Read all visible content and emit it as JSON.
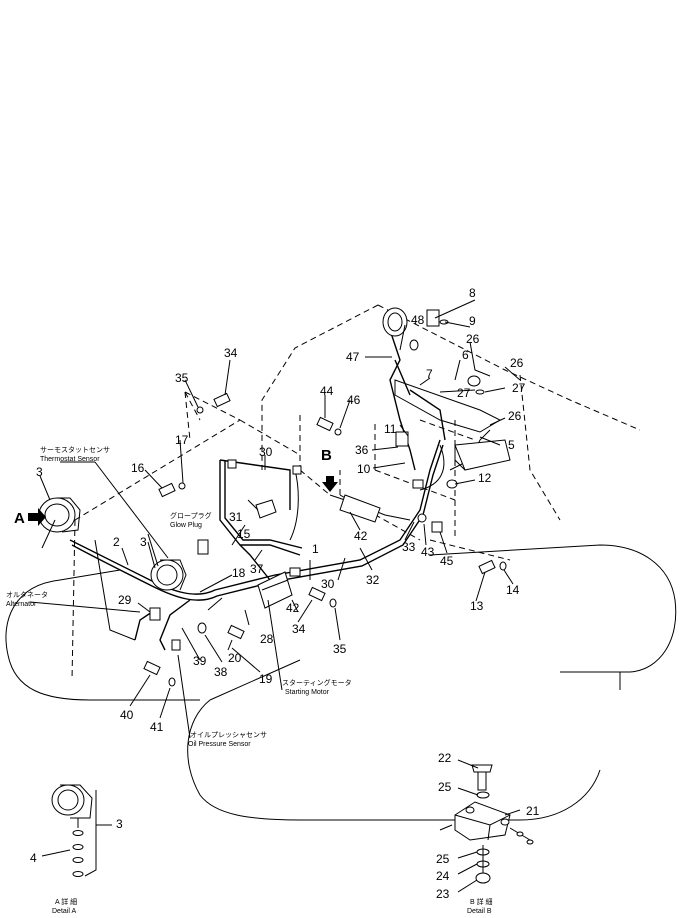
{
  "labels": {
    "thermostat_jp": "サーモスタットセンサ",
    "thermostat_en": "Thermostat Sensor",
    "glowplug_jp": "グロープラグ",
    "glowplug_en": "Glow Plug",
    "alternator_jp": "オルタネータ",
    "alternator_en": "Alternator",
    "starting_jp": "スターティングモータ",
    "starting_en": "Starting Motor",
    "oilpress_jp": "オイルプレッシャセンサ",
    "oilpress_en": "Oil Pressure Sensor",
    "detail_a_jp": "A 詳 細",
    "detail_a_en": "Detail A",
    "detail_b_jp": "B 詳 細",
    "detail_b_en": "Detail B",
    "view_a": "A",
    "view_b": "B"
  },
  "callouts": {
    "n1": "1",
    "n2": "2",
    "n3a": "3",
    "n3b": "3",
    "n3c": "3",
    "n4": "4",
    "n5": "5",
    "n6": "6",
    "n7": "7",
    "n8": "8",
    "n9": "9",
    "n10": "10",
    "n11": "11",
    "n12": "12",
    "n13": "13",
    "n14": "14",
    "n15": "15",
    "n16": "16",
    "n17": "17",
    "n18": "18",
    "n19": "19",
    "n20": "20",
    "n21": "21",
    "n22": "22",
    "n23": "23",
    "n24": "24",
    "n25a": "25",
    "n25b": "25",
    "n26a": "26",
    "n26b": "26",
    "n26c": "26",
    "n27a": "27",
    "n27b": "27",
    "n28": "28",
    "n29": "29",
    "n30a": "30",
    "n30b": "30",
    "n31": "31",
    "n32": "32",
    "n33": "33",
    "n34a": "34",
    "n34b": "34",
    "n35a": "35",
    "n35b": "35",
    "n36": "36",
    "n37": "37",
    "n38": "38",
    "n39": "39",
    "n40": "40",
    "n41": "41",
    "n42a": "42",
    "n42b": "42",
    "n43": "43",
    "n44": "44",
    "n45": "45",
    "n46": "46",
    "n47": "47",
    "n48": "48"
  }
}
